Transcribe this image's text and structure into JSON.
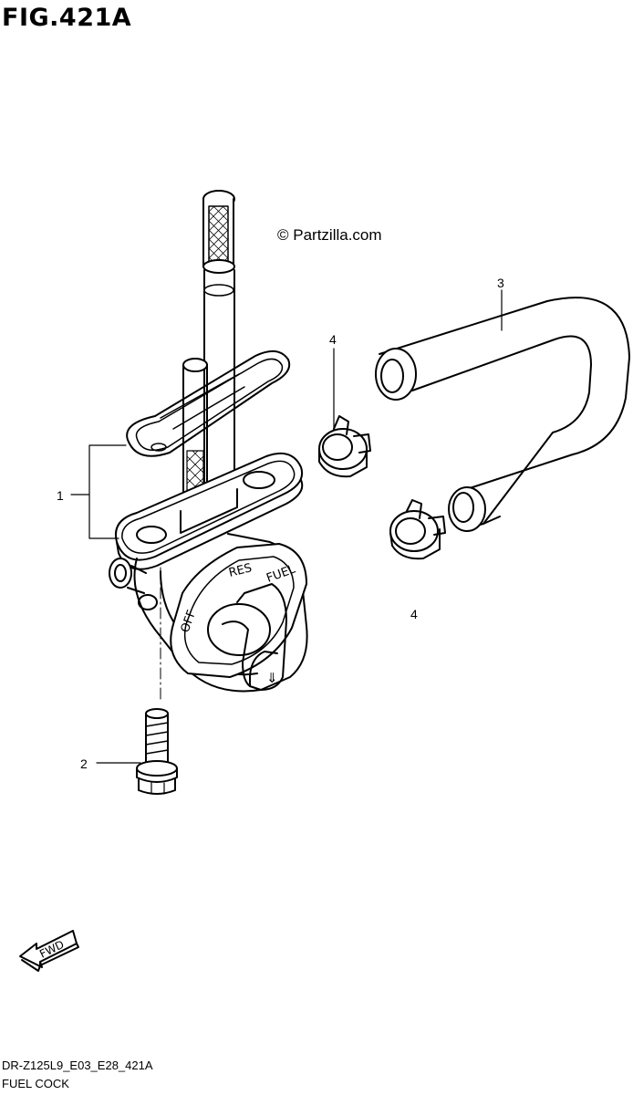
{
  "figure": {
    "title": "FIG.421A",
    "watermark": "© Partzilla.com",
    "code": "DR-Z125L9_E03_E28_421A",
    "name": "FUEL COCK"
  },
  "callouts": [
    {
      "id": "1",
      "label": "1"
    },
    {
      "id": "2",
      "label": "2"
    },
    {
      "id": "3",
      "label": "3"
    },
    {
      "id": "4a",
      "label": "4"
    },
    {
      "id": "4b",
      "label": "4"
    }
  ],
  "valve_markings": {
    "res": "RES",
    "fuel": "FUEL",
    "off": "OFF",
    "arrow": "⇓"
  },
  "fwd_label": "FWD"
}
